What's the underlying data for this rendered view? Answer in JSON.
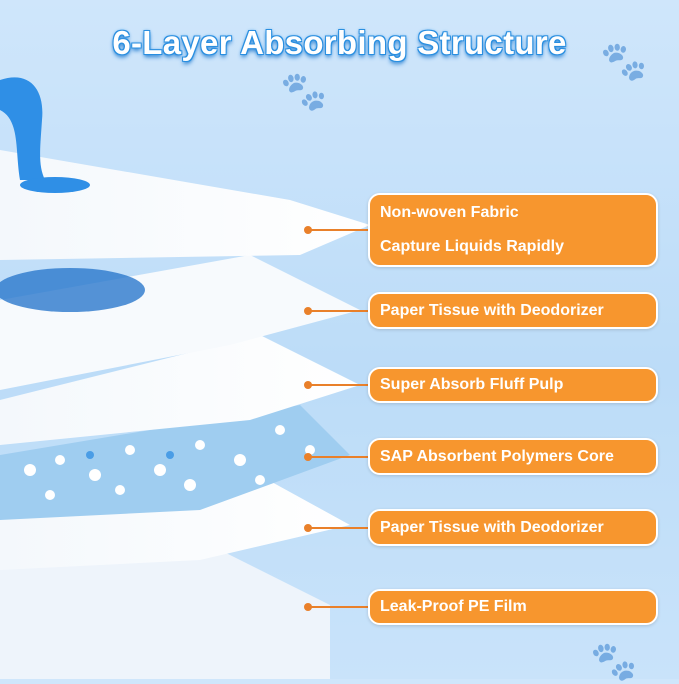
{
  "title": "6-Layer Absorbing Structure",
  "layers": [
    {
      "line1": "Non-woven Fabric",
      "line2": "Capture Liquids Rapidly"
    },
    {
      "line1": "Paper Tissue with Deodorizer"
    },
    {
      "line1": "Super Absorb Fluff Pulp"
    },
    {
      "line1": "SAP Absorbent Polymers Core"
    },
    {
      "line1": "Paper Tissue with Deodorizer"
    },
    {
      "line1": "Leak-Proof PE Film"
    }
  ],
  "colors": {
    "accent": "#f7962e",
    "title_outline": "#2a8fe0",
    "liquid": "#2f8fe6"
  }
}
